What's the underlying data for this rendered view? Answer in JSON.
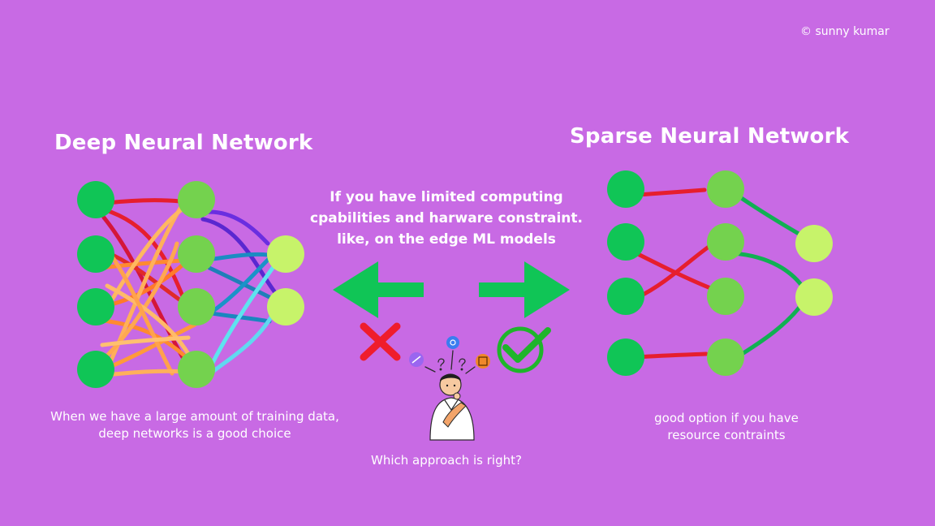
{
  "copyright": "© sunny kumar",
  "left": {
    "title": "Deep Neural Network",
    "caption_line1": "When we have a large amount of training data,",
    "caption_line2": "deep networks is a good choice"
  },
  "right": {
    "title": "Sparse Neural Network",
    "caption_line1": "good option if you have",
    "caption_line2": "resource contraints"
  },
  "center": {
    "line1": "If you have limited computing",
    "line2": "cpabilities and harware constraint.",
    "line3": "like, on the edge ML models",
    "question": "Which  approach is right?"
  },
  "colors": {
    "background": "#c86ae4",
    "node_dark": "#10c556",
    "node_mid": "#74d24e",
    "node_light": "#c7f36a",
    "arrow": "#10c556",
    "cross": "#ef1d2c",
    "check": "#1fb52b"
  }
}
